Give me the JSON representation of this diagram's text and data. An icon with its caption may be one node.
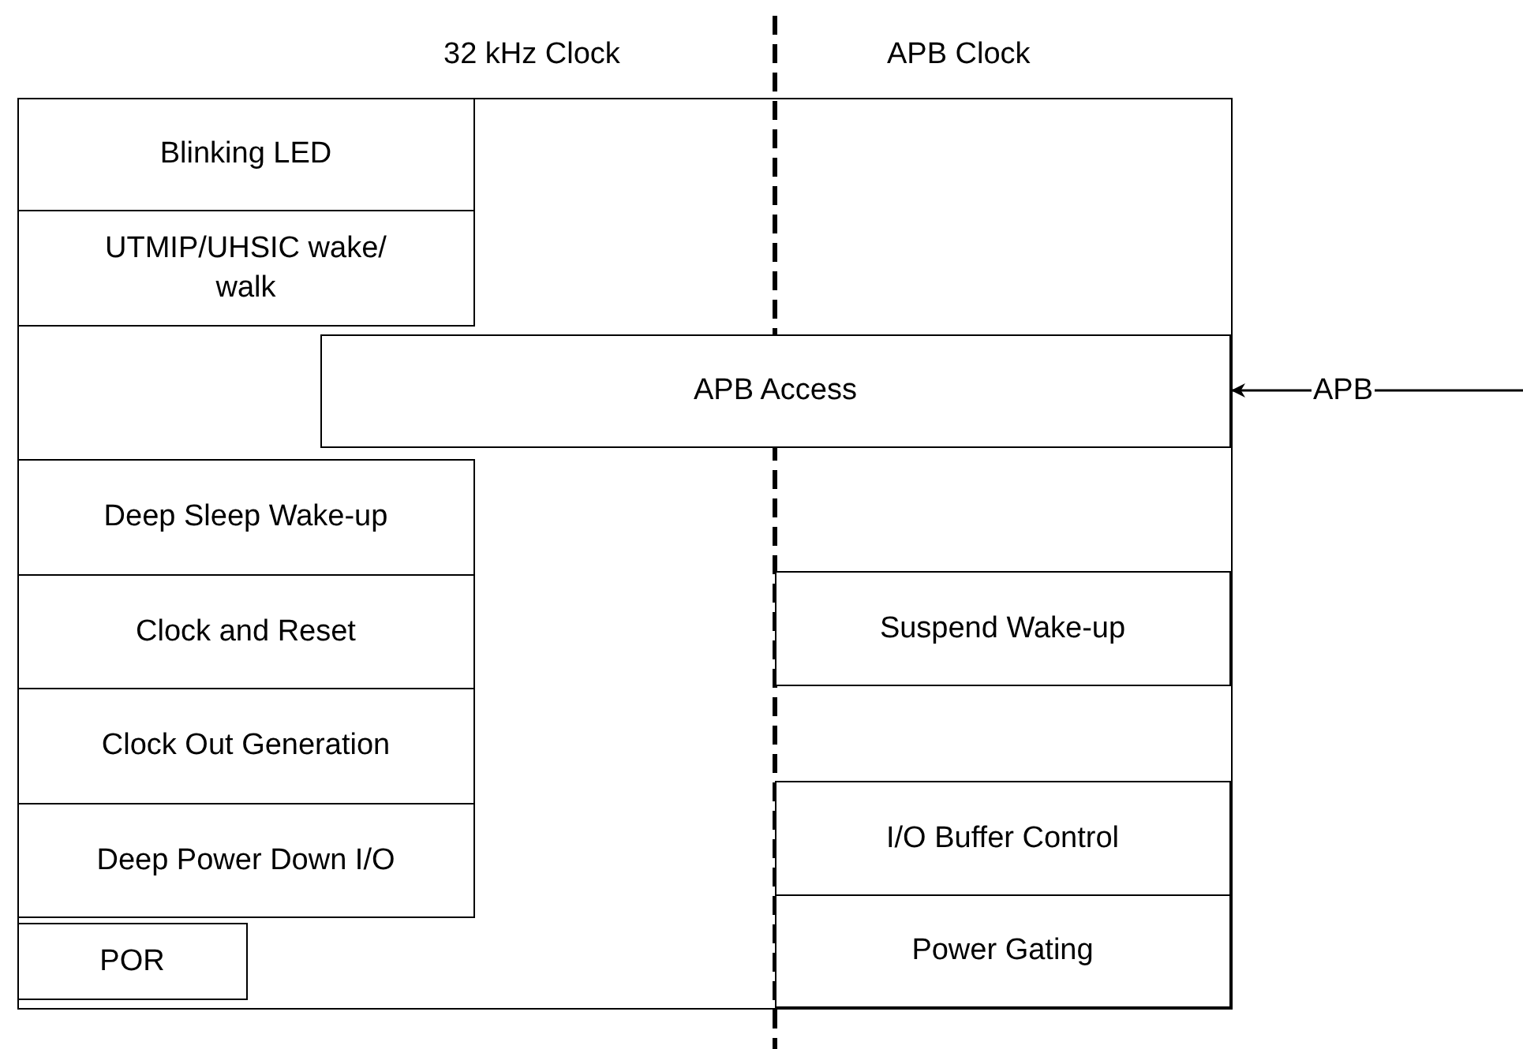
{
  "diagram": {
    "nodes": [
      {
        "text": [],
        "shape": "box"
      },
      {
        "text": [
          "Blinking LED"
        ],
        "in": 0
      },
      {
        "text": [
          "UTMIP/UHSIC wake/ walk"
        ],
        "in": 0
      },
      {
        "text": [
          "APB Access"
        ],
        "in": 0
      },
      {
        "text": [
          "Deep Sleep Wake-up"
        ],
        "in": 0
      },
      {
        "text": [
          "Clock and Reset"
        ],
        "in": 0
      },
      {
        "text": [
          "Clock Out Generation"
        ],
        "in": 0
      },
      {
        "text": [
          "Deep Power Down I/O"
        ],
        "in": 0
      },
      {
        "text": [
          "POR"
        ],
        "in": 0
      },
      {
        "text": [
          "Suspend Wake-up"
        ],
        "in": 0
      },
      {
        "text": [
          "I/O Buffer Control"
        ],
        "in": 0
      },
      {
        "text": [
          "Power Gating"
        ],
        "in": 0
      }
    ],
    "edges": [
      {
        "from": null,
        "to": 3,
        "arrow": "to",
        "label": "APB"
      }
    ],
    "labels": [
      "32 kHz Clock",
      "APB Clock"
    ]
  }
}
